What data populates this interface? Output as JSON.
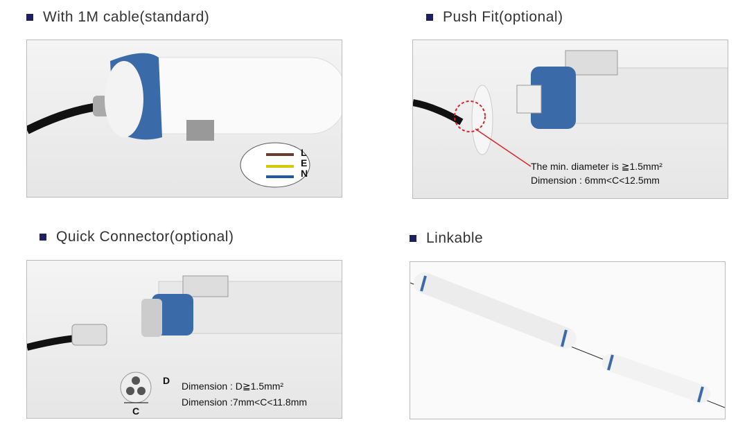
{
  "sections": [
    {
      "title": "With 1M cable(standard)",
      "wires": [
        "L",
        "E",
        "N"
      ]
    },
    {
      "title": "Push Fit(optional)",
      "notes": [
        "The min. diameter is ≧1.5mm²",
        "Dimension : 6mm<C<12.5mm"
      ]
    },
    {
      "title": "Quick Connector(optional)",
      "labels": [
        "D",
        "C"
      ],
      "notes": [
        "Dimension : D≧1.5mm²",
        "Dimension :7mm<C<11.8mm"
      ]
    },
    {
      "title": "Linkable"
    }
  ],
  "colors": {
    "bullet": "#1f2060",
    "cap": "#3b6aa8"
  }
}
